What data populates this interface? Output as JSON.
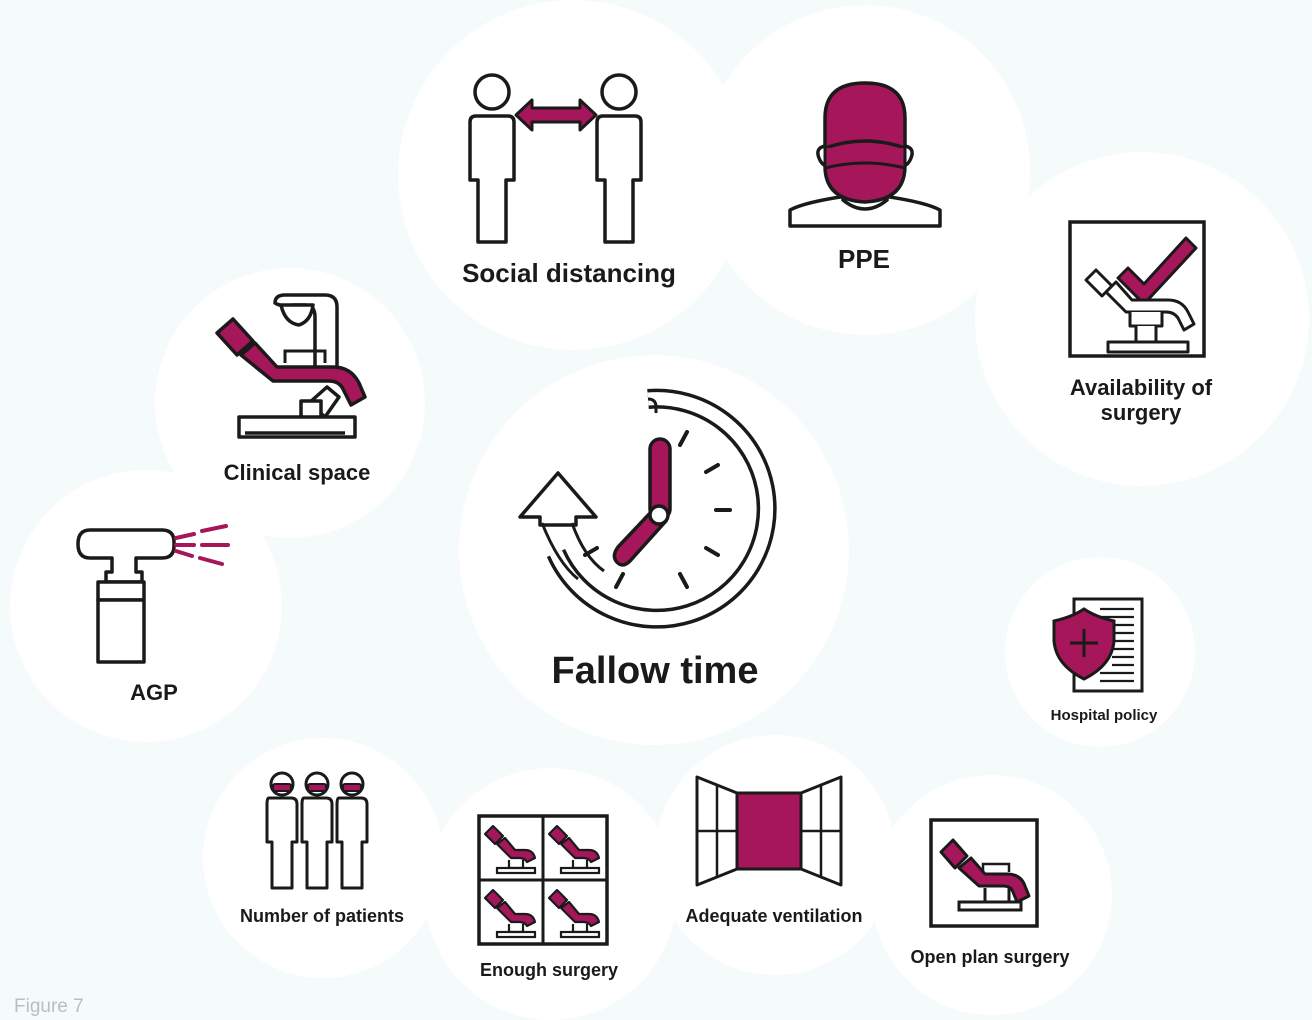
{
  "colors": {
    "accent": "#a5165a",
    "ink": "#1a1a1a",
    "background": "#f5fafa",
    "bubble": "#ffffff"
  },
  "center": {
    "label": "Fallow time",
    "icon": "clock-arrow-icon"
  },
  "factors": [
    {
      "id": "social-distancing",
      "label": "Social distancing",
      "icon": "social-distancing-icon"
    },
    {
      "id": "ppe",
      "label": "PPE",
      "icon": "masked-person-icon"
    },
    {
      "id": "availability",
      "label": "Availability of surgery",
      "icon": "surgery-check-icon"
    },
    {
      "id": "clinical-space",
      "label": "Clinical space",
      "icon": "dental-chair-icon"
    },
    {
      "id": "agp",
      "label": "AGP",
      "icon": "spray-handpiece-icon"
    },
    {
      "id": "hospital-policy",
      "label": "Hospital policy",
      "icon": "shield-document-icon"
    },
    {
      "id": "number-of-patients",
      "label": "Number of patients",
      "icon": "patients-group-icon"
    },
    {
      "id": "enough-surgery",
      "label": "Enough surgery",
      "icon": "four-surgeries-icon"
    },
    {
      "id": "ventilation",
      "label": "Adequate ventilation",
      "icon": "open-window-icon"
    },
    {
      "id": "open-plan",
      "label": "Open plan surgery",
      "icon": "open-plan-chair-icon"
    }
  ],
  "caption": "Figure 7"
}
